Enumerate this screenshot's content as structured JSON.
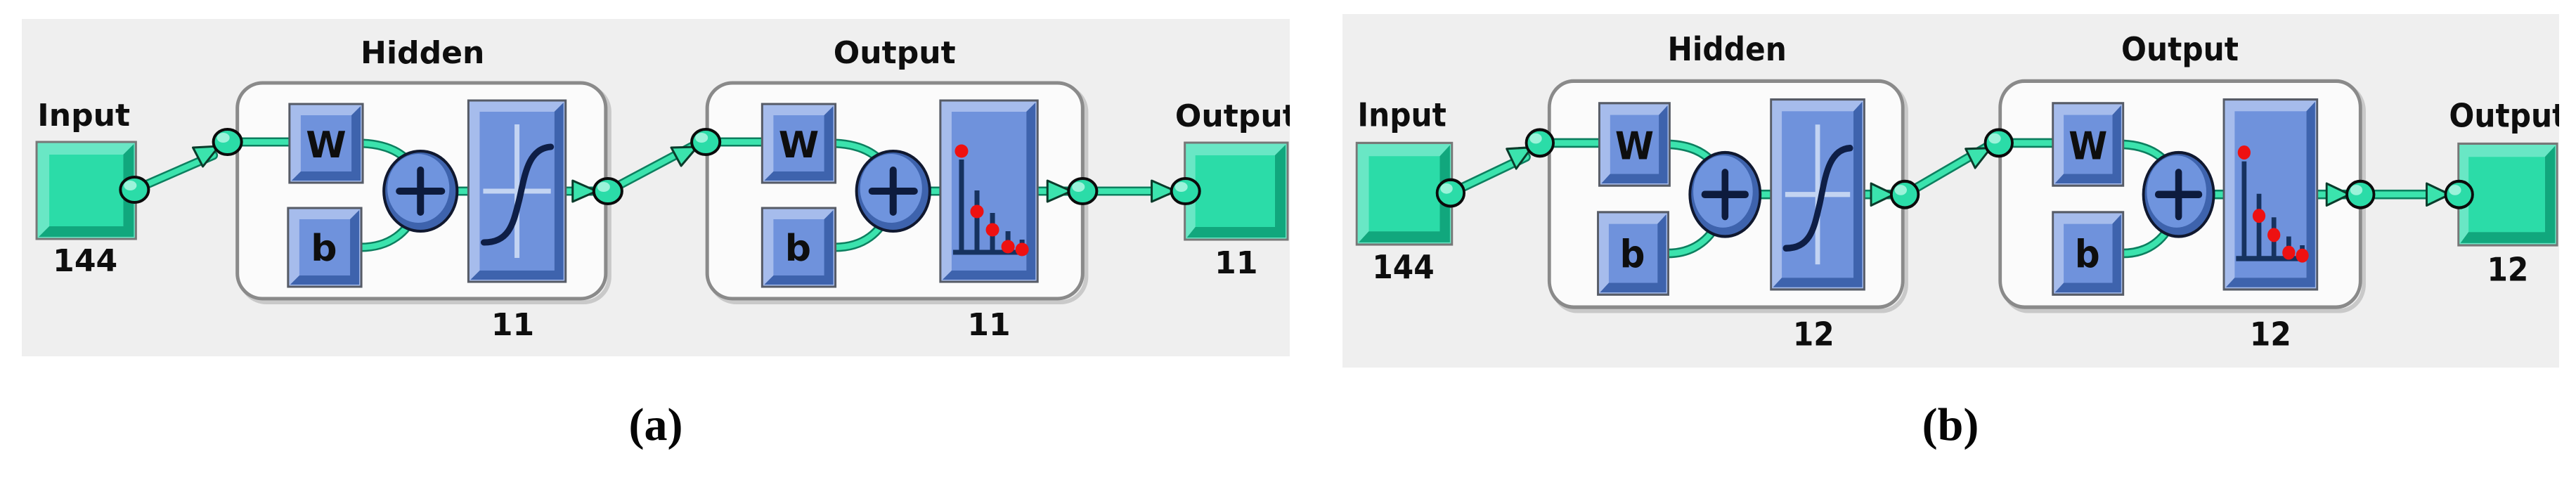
{
  "panels": [
    {
      "caption": "(a)",
      "input_label": "Input",
      "input_size": "144",
      "hidden_title": "Hidden",
      "weight_label": "W",
      "bias_label": "b",
      "hidden_size": "11",
      "output_layer_title": "Output",
      "output_layer_size": "11",
      "output_label": "Output",
      "output_size": "11"
    },
    {
      "caption": "(b)",
      "input_label": "Input",
      "input_size": "144",
      "hidden_title": "Hidden",
      "weight_label": "W",
      "bias_label": "b",
      "hidden_size": "12",
      "output_layer_title": "Output",
      "output_layer_size": "12",
      "output_label": "Output",
      "output_size": "12"
    }
  ],
  "colors": {
    "panel_bg": "#EFEFEF",
    "layer_box_fill": "#FBFBFB",
    "layer_box_border": "#8A8A8A",
    "node_green": "#2BDCA8",
    "node_green_light": "#69E7C5",
    "node_green_dark": "#11A77D",
    "connector_green": "#3BE3AD",
    "connector_green_dark": "#0C7F5F",
    "block_blue": "#6F92DC",
    "block_blue_light": "#A6BCEC",
    "block_blue_dark": "#3E63AD",
    "sum_navy": "#0D1B3D",
    "marker_red": "#EE1111",
    "ink": "#0E0E0E"
  }
}
